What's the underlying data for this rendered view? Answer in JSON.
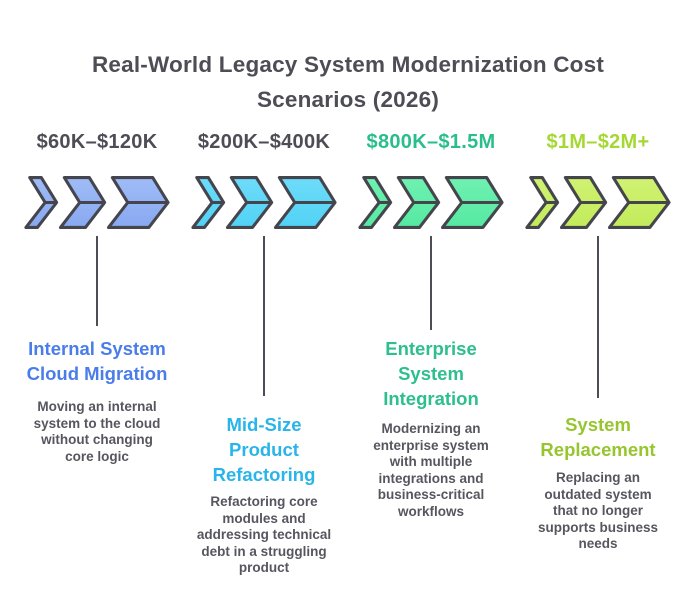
{
  "title": {
    "text": "Real-World Legacy System Modernization Cost\nScenarios (2026)",
    "color": "#4d4d56"
  },
  "connector_color": "#4d4d56",
  "description_color": "#56565f",
  "scenarios": [
    {
      "cost": "$60K–$120K",
      "cost_color": "#4d4d56",
      "name": "Internal System\nCloud Migration",
      "accent": "#4a7de9",
      "description": "Moving an internal\nsystem to the cloud\nwithout changing\ncore logic",
      "chevron": {
        "top": "#a0bcf7",
        "bottom": "#88a8f1",
        "stroke": "#45454e"
      }
    },
    {
      "cost": "$200K–$400K",
      "cost_color": "#4d4d56",
      "name": "Mid-Size\nProduct\nRefactoring",
      "accent": "#29b5ea",
      "description": "Refactoring core\nmodules and\naddressing technical\ndebt in a struggling\nproduct",
      "chevron": {
        "top": "#6edcfa",
        "bottom": "#52d2f5",
        "stroke": "#45454e"
      }
    },
    {
      "cost": "$800K–$1.5M",
      "cost_color": "#2abe8b",
      "name": "Enterprise\nSystem\nIntegration",
      "accent": "#2dbf8d",
      "description": "Modernizing an\nenterprise system\nwith multiple\nintegrations and\nbusiness-critical\nworkflows",
      "chevron": {
        "top": "#70f1b1",
        "bottom": "#55e9a2",
        "stroke": "#45454e"
      }
    },
    {
      "cost": "$1M–$2M+",
      "cost_color": "#a5d835",
      "name": "System\nReplacement",
      "accent": "#97c52f",
      "description": "Replacing an\noutdated system\nthat no longer\nsupports business\nneeds",
      "chevron": {
        "top": "#d0f273",
        "bottom": "#c3eb5a",
        "stroke": "#45454e"
      }
    }
  ]
}
